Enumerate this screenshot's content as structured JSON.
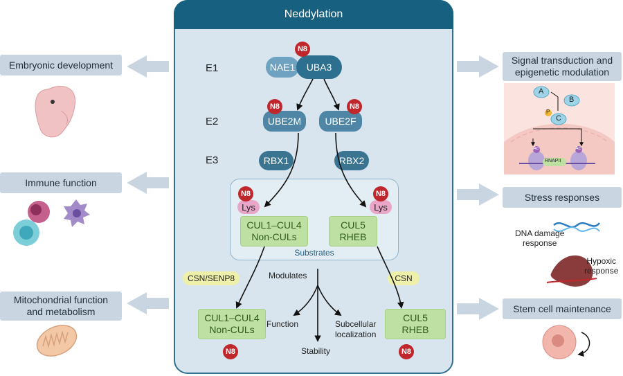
{
  "panel": {
    "title": "Neddylation",
    "levels": [
      "E1",
      "E2",
      "E3"
    ],
    "tag": "N8",
    "e1": {
      "left": "NAE1",
      "right": "UBA3"
    },
    "e2": [
      "UBE2M",
      "UBE2F"
    ],
    "e3": [
      "RBX1",
      "RBX2"
    ],
    "lys": "Lys",
    "substrates_label": "Substrates",
    "substrate_left": [
      "CUL1–CUL4",
      "Non-CULs"
    ],
    "substrate_right": [
      "CUL5",
      "RHEB"
    ],
    "deneddylase_left": "CSN/SENP8",
    "deneddylase_right": "CSN",
    "modulates": "Modulates",
    "outcomes": {
      "function": "Function",
      "stability": "Stability",
      "localization": [
        "Subcellular",
        "localization"
      ]
    },
    "product_left": [
      "CUL1–CUL4",
      "Non-CULs"
    ],
    "product_right": [
      "CUL5",
      "RHEB"
    ]
  },
  "left_effects": [
    {
      "label": "Embryonic development",
      "icon": "embryo-icon"
    },
    {
      "label": "Immune function",
      "icon": "immune-cells-icon"
    },
    {
      "label": [
        "Mitochondrial function",
        "and metabolism"
      ],
      "icon": "mitochondrion-icon"
    }
  ],
  "right_effects": [
    {
      "label": [
        "Signal transduction and",
        "epigenetic modulation"
      ],
      "icon": "signaling-nucleus-icon"
    },
    {
      "label": "Stress responses",
      "icon": "stress-icon"
    },
    {
      "label": "Stem cell maintenance",
      "icon": "stem-cell-icon"
    }
  ],
  "signal_panel": {
    "nodes": [
      "A",
      "B",
      "C"
    ],
    "p": "P",
    "ac": "Ac",
    "polymerase": "RNAPII"
  },
  "stress_labels": {
    "dna": [
      "DNA damage",
      "response"
    ],
    "hypoxic": [
      "Hypoxic",
      "response"
    ]
  },
  "colors": {
    "e1_dark": "#2d6f8f",
    "e2": "#4f86a6",
    "e3": "#3a7490",
    "n8": "#c0272d",
    "substrate": "#bfe0a3",
    "side_box": "#c9d6e2"
  }
}
